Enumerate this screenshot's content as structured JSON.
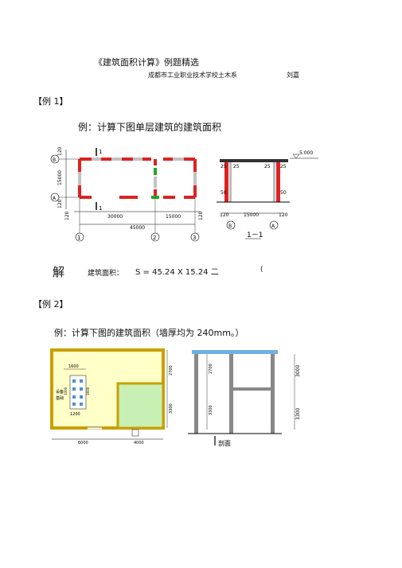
{
  "header": {
    "title": "《建筑面积计算》例题精选",
    "subtitle": "成都市工业职业技术学校土木系",
    "author": "刘嘉"
  },
  "example1": {
    "heading": "【例 1】",
    "question": "例：计算下图单层建筑的建筑面积",
    "plan": {
      "left_labels": [
        "120",
        "15000",
        "120"
      ],
      "axis_letters": [
        "B",
        "A"
      ],
      "bottom_dims": [
        "120",
        "30000",
        "15000",
        "120"
      ],
      "total_dim": "45000",
      "axis_numbers": [
        "1",
        "2",
        "3"
      ],
      "section_marks": [
        "1",
        "1"
      ]
    },
    "section": {
      "top_mark": "5.000",
      "dims": [
        "25",
        "25",
        "25",
        "25",
        "50",
        "50"
      ],
      "bottom_dims": [
        "120",
        "15000",
        "120"
      ],
      "axis_letters": [
        "B",
        "A"
      ],
      "caption": "1－1"
    },
    "solution_char": "解",
    "area_label": "建筑面积：",
    "formula": "S = 45.24 X 15.24 二",
    "trailing": "("
  },
  "example2": {
    "heading": "【例 2】",
    "question": "例：计算下图的建筑面积（墙厚均为 240mm。）",
    "plan": {
      "dims_top": [
        "1600"
      ],
      "left_dims": [
        "2700",
        "3300"
      ],
      "equipment_label": [
        "设",
        "备",
        "基",
        "础"
      ],
      "inner_dims": [
        "1000",
        "1600",
        "1200"
      ],
      "bottom_dims": [
        "6000",
        "4000"
      ]
    },
    "section": {
      "left_dims": [
        "2700",
        "3300"
      ],
      "right_dims": [
        "3000",
        "3300"
      ],
      "caption": "剖面"
    }
  }
}
